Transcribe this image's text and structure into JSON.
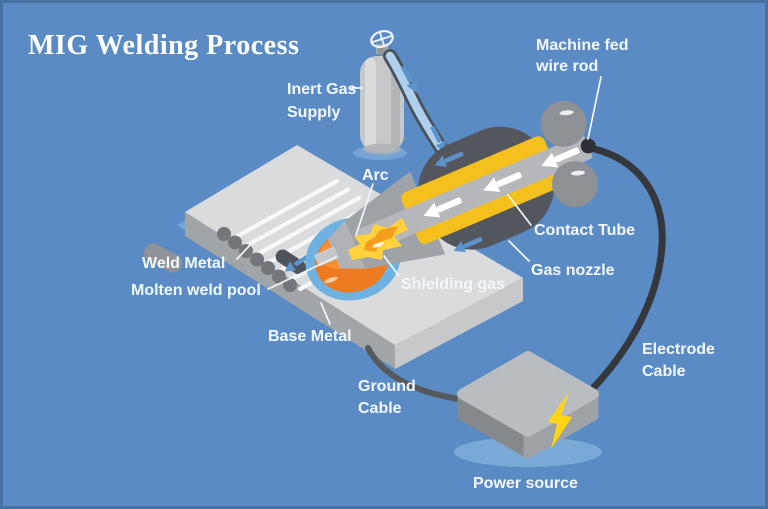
{
  "title": "MIG Welding Process",
  "labels": {
    "inert_gas": {
      "line1": "Inert Gas",
      "line2": "Supply"
    },
    "machine_fed_wire_rod": {
      "line1": "Machine fed",
      "line2": "wire rod"
    },
    "arc": "Arc",
    "contact_tube": "Contact Tube",
    "gas_nozzle": "Gas nozzle",
    "shielding_gas": "Shlelding gas",
    "weld_metal": "Weld Metal",
    "molten_weld_pool": "Molten weld pool",
    "base_metal": "Base Metal",
    "ground_cable": {
      "line1": "Ground",
      "line2": "Cable"
    },
    "electrode_cable": {
      "line1": "Electrode",
      "line2": "Cable"
    },
    "power_source": "Power source"
  },
  "icons": {
    "valve": "valve-wheel-icon",
    "power": "lightning-bolt-icon",
    "flow": "arrow-icon"
  },
  "colors": {
    "background": "#5a8bc4",
    "border": "#3a5d88",
    "label_text": "#f2f7fc",
    "plate_top": "#d9dbdd",
    "plate_left": "#a2a5a8",
    "plate_right": "#c6c8ca",
    "shadow_blue": "#7aa9d8",
    "bead_stripe": "#f7f8f9",
    "weld_bump": "#73767a",
    "halo_blue": "#6fb2e2",
    "pool_orange": "#ee7b1f",
    "pool_light": "#f79233",
    "flame_yellow": "#ffd23c",
    "flame_orange": "#f59d1f",
    "torch_body": "#53575d",
    "contact_tube_yellow": "#f4c01d",
    "wire_gray": "#b5b7ba",
    "roller_gray": "#8d9094",
    "cable_dark": "#34383c",
    "ground_cable_gray": "#565a5e",
    "hose_outline": "#49525b",
    "hose_fill": "#aed0ec",
    "hose_arrow": "#5d94cb",
    "cylinder_gray": "#c6c8ca",
    "cube_top": "#b9bdc1",
    "cube_left": "#85898d",
    "cube_right": "#9ea2a6",
    "bolt_yellow": "#ffd513"
  }
}
